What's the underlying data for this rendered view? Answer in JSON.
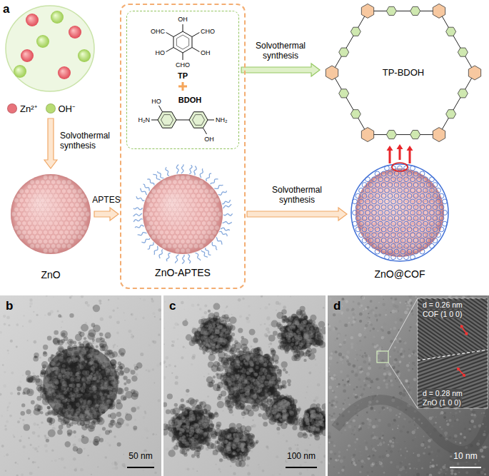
{
  "diagram": {
    "nodes": [
      {
        "text": [
          "ZnO"
        ]
      },
      {
        "text": [
          "ZnO-APTES"
        ]
      },
      {
        "text": [
          "TP",
          "BDOH"
        ],
        "in": 1
      },
      {
        "text": [
          "TP-BDOH"
        ]
      },
      {
        "text": [
          "ZnO@COF"
        ]
      }
    ],
    "edges": [
      {
        "from": 0,
        "to": 1,
        "arrow": "to",
        "label": "APTES"
      },
      {
        "from": 2,
        "to": 3,
        "arrow": "to",
        "label": "Solvothermal synthesis"
      },
      {
        "from": 1,
        "to": 4,
        "arrow": "to",
        "label": "Solvothermal synthesis"
      },
      {
        "from": 4,
        "to": 3,
        "arrow": "to"
      }
    ],
    "labels": [
      "a",
      "Solvothermal synthesis",
      "OH",
      "OHC",
      "CHO",
      "HO",
      "OH",
      "CHO",
      "HO",
      "H₂N",
      "NH₂",
      "OH",
      "b",
      "50 nm",
      "c",
      "100 nm",
      "d",
      "d = 0.26 nm",
      "COF (1 0 0)",
      "d = 0.28 nm",
      "ZnO (1 0 0)",
      "10 nm"
    ],
    "legend": [
      {
        "text": "Zn²⁺",
        "color": "#e8737b"
      },
      {
        "text": "OH⁻",
        "color": "#b8dc74"
      }
    ]
  }
}
